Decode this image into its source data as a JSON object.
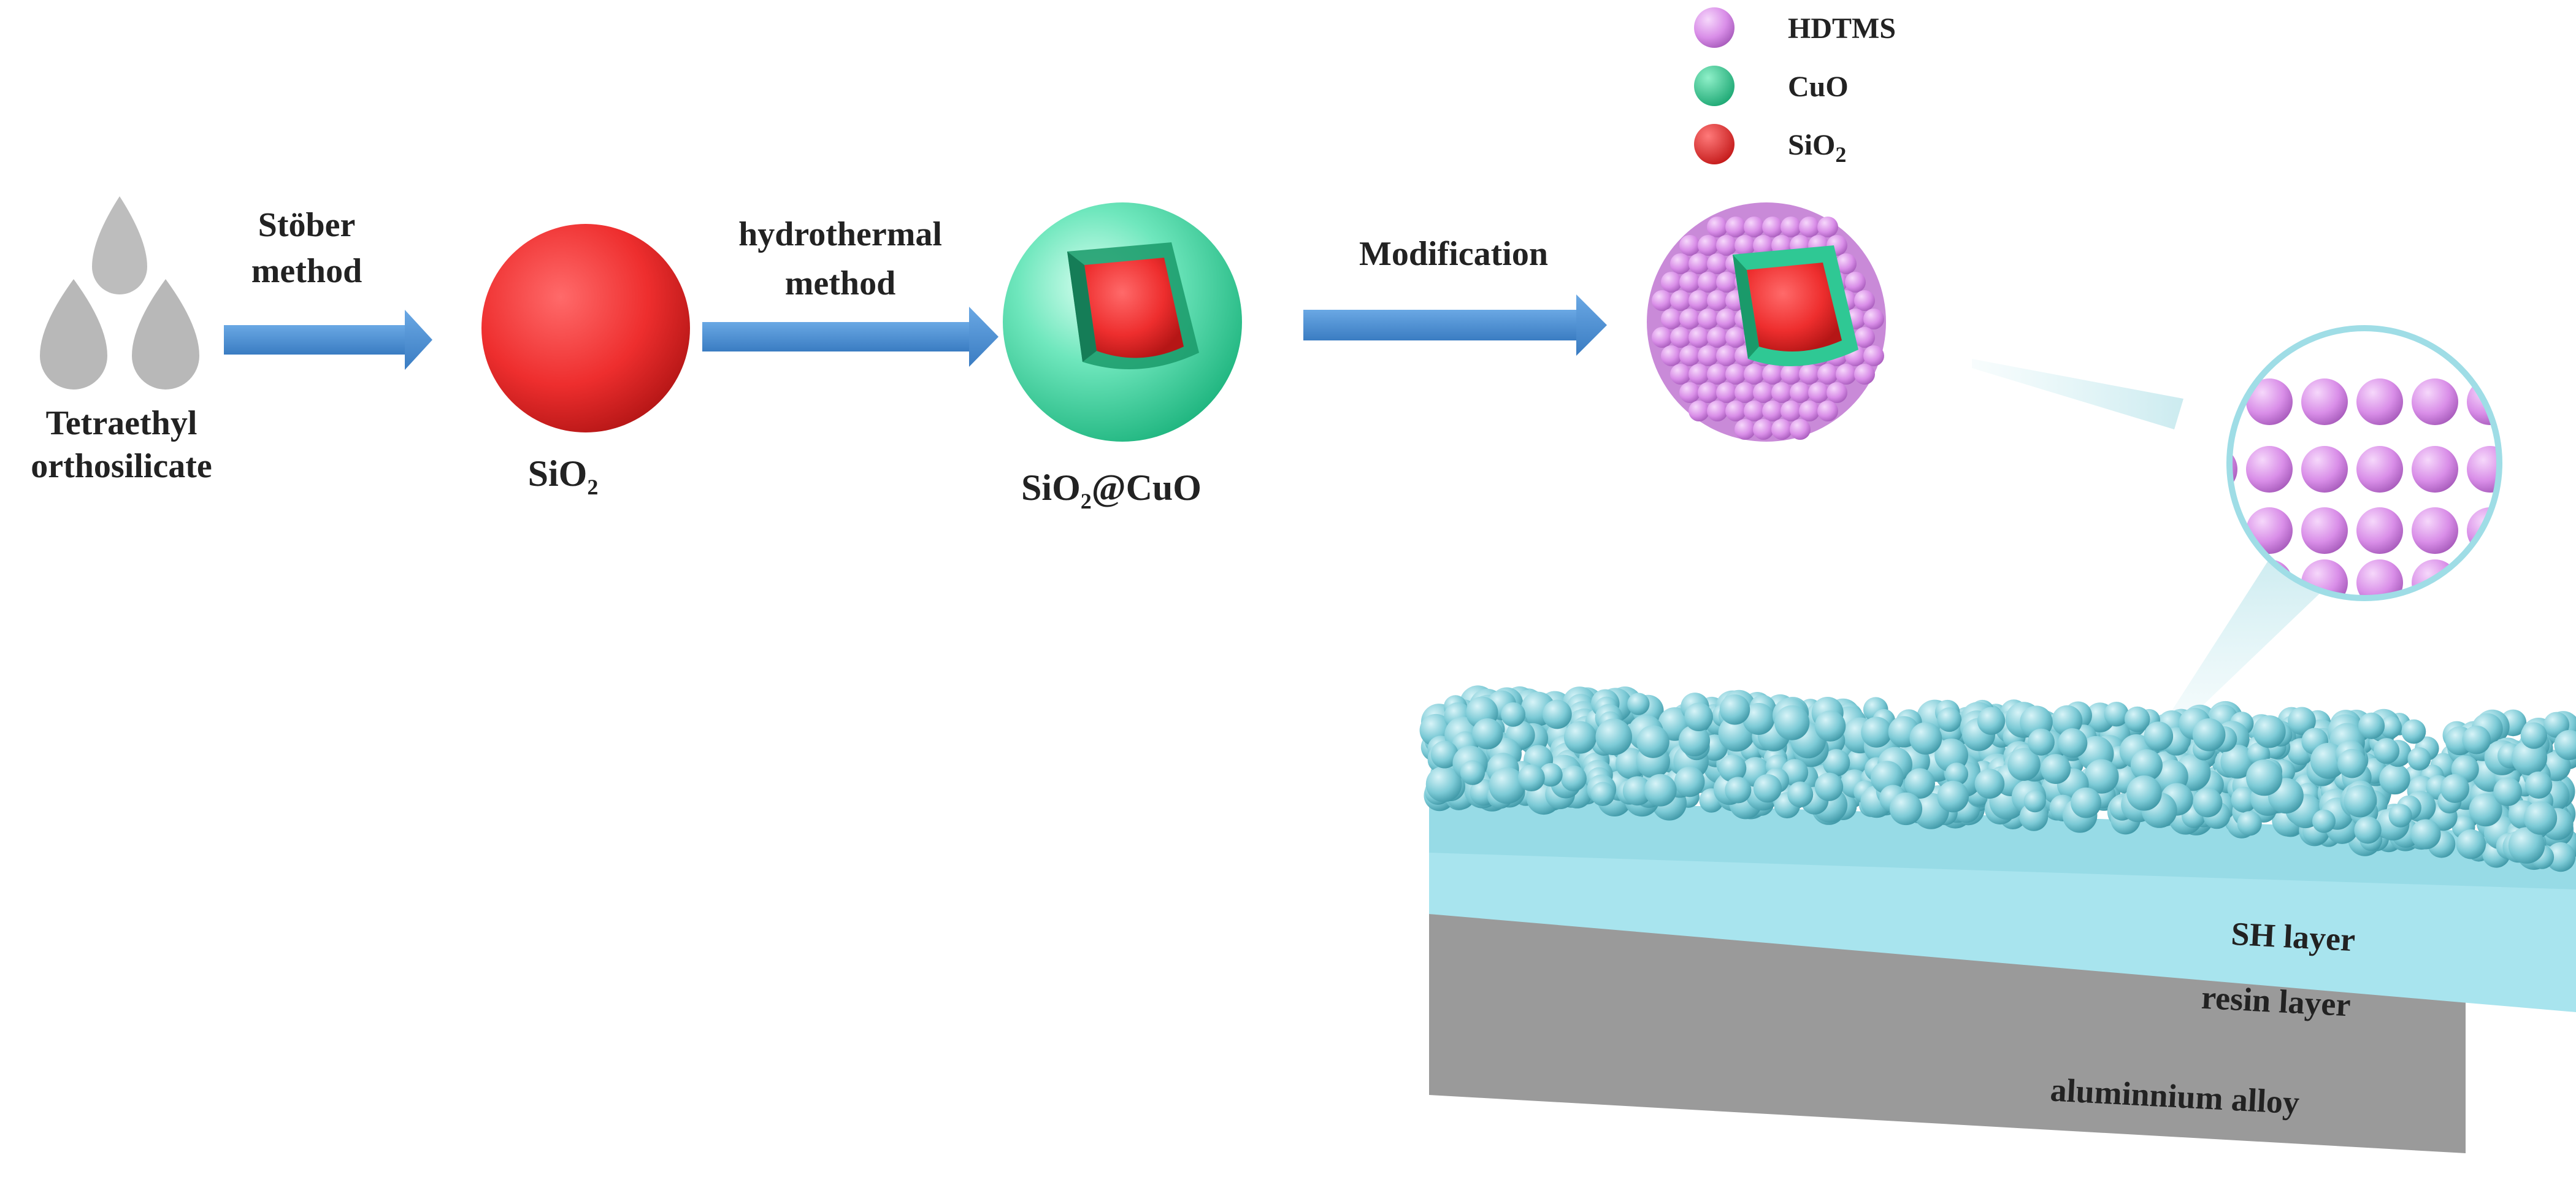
{
  "steps": [
    {
      "arrow_label_lines": [
        "Stöber",
        "method"
      ]
    },
    {
      "arrow_label_lines": [
        "hydrothermal",
        "method"
      ]
    },
    {
      "arrow_label_lines": [
        "Modification"
      ]
    }
  ],
  "labels": {
    "teos_line1": "Tetraethyl",
    "teos_line2": "orthosilicate",
    "sio2_base": "SiO",
    "sio2_sub": "2",
    "core_shell_a": "SiO",
    "core_shell_sub": "2",
    "core_shell_b": "@CuO"
  },
  "legend": [
    {
      "label": "HDTMS",
      "color": "#d98ee8"
    },
    {
      "label": "CuO",
      "color": "#2fc894"
    },
    {
      "label": "SiO",
      "sub": "2",
      "color": "#e42a2a"
    }
  ],
  "layers": [
    {
      "label": "SH layer",
      "color": "#8ed4de"
    },
    {
      "label": "resin layer",
      "color": "#a8e4ee"
    },
    {
      "label": "aluminnium alloy",
      "color": "#9a9a9a"
    }
  ],
  "colors": {
    "arrow": "#4a90d6",
    "drop": "#bdbdbd",
    "silica": "#e42a2a",
    "cuo": "#2fc894",
    "hdtms": "#d98ee8",
    "particle": "#7ccad6"
  }
}
